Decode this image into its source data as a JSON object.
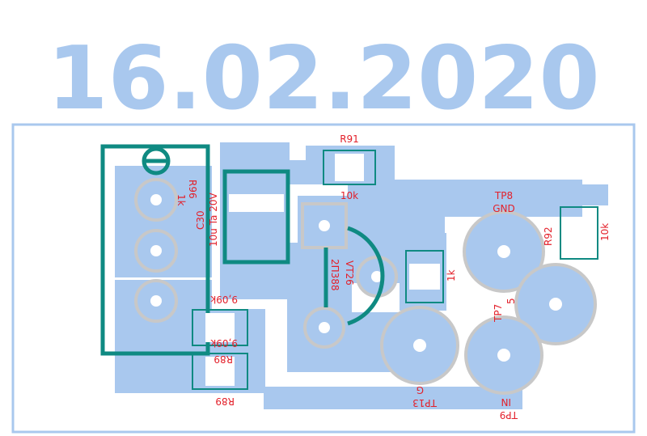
{
  "title": "16.02.2020",
  "colors": {
    "copper": "#a9c8ee",
    "title": "#a9c8ee",
    "silk": "#0f8a82",
    "label": "#e3202a",
    "pad_ring": "#c8c8c8",
    "outline": "#a9c8ee"
  },
  "labels": {
    "r91": "R91",
    "r91_val": "10k",
    "tp8": "TP8",
    "tp8_name": "GND",
    "r92": "R92",
    "r92_val": "10k",
    "r96": "R96",
    "r96_val": "1k",
    "c30": "C30",
    "c30_val": "10u Ta 20V",
    "vt26": "VT26",
    "vt26_part": "2П388",
    "rx_val": "1k",
    "r89_top": "R89",
    "r89_top_val": "9,09k",
    "r89_bot": "R89",
    "r89_bot_val": "9,09k",
    "tp7": "TP7",
    "tp7_name": "5",
    "tp13": "TP13",
    "tp13_name": "G",
    "tp9": "TP9",
    "tp9_name": "IN"
  }
}
